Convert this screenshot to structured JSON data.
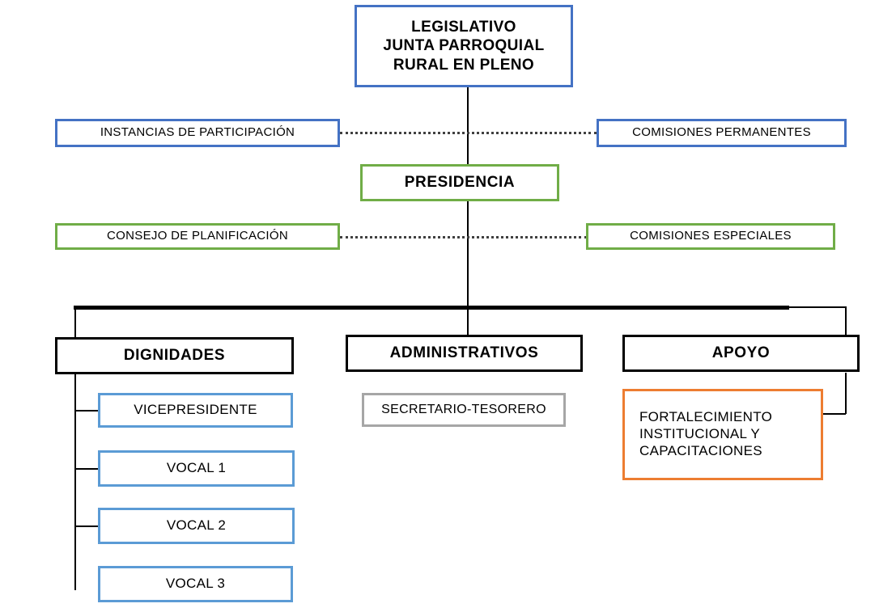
{
  "diagram": {
    "title": "Organigrama Junta Parroquial Rural",
    "colors": {
      "blue": "#4472C4",
      "light_blue": "#5B9BD5",
      "green": "#70AD47",
      "black": "#000000",
      "gray": "#A6A6A6",
      "orange": "#ED7D31"
    },
    "nodes": {
      "legislativo": "LEGISLATIVO\nJUNTA PARROQUIAL\nRURAL EN PLENO",
      "instancias_participacion": "INSTANCIAS  DE PARTICIPACIÓN",
      "comisiones_permanentes": "COMISIONES  PERMANENTES",
      "presidencia": "PRESIDENCIA",
      "consejo_planificacion": "CONSEJO DE PLANIFICACIÓN",
      "comisiones_especiales": "COMISIONES  ESPECIALES",
      "dignidades": "DIGNIDADES",
      "administrativos": "ADMINISTRATIVOS",
      "apoyo": "APOYO",
      "vicepresidente": "VICEPRESIDENTE",
      "vocal_1": "VOCAL 1",
      "vocal_2": "VOCAL 2",
      "vocal_3": "VOCAL 3",
      "secretario_tesorero": "SECRETARIO-TESORERO",
      "fortalecimiento": "FORTALECIMIENTO\nINSTITUCIONAL   Y\nCAPACITACIONES"
    }
  }
}
